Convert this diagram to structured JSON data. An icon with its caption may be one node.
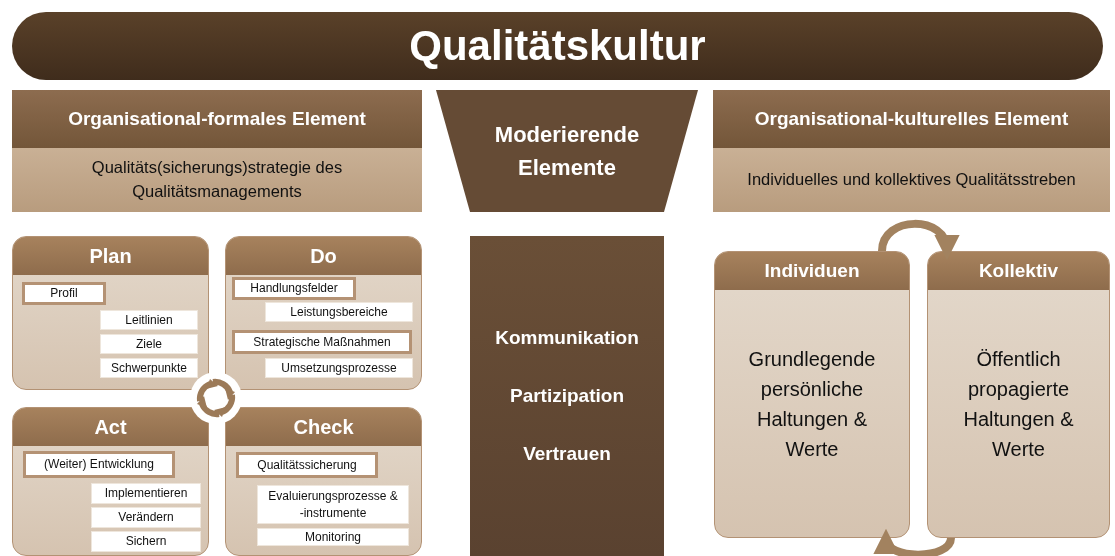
{
  "diagram": {
    "title": "Qualitätskultur",
    "nodes": [
      {
        "text": [
          "Organisational-formales Element",
          "Qualitäts(sicherungs)strategie des Qualitätsmanagements"
        ]
      },
      {
        "text": [
          "Moderierende Elemente"
        ]
      },
      {
        "text": [
          "Organisational-kulturelles Element",
          "Individuelles und kollektives Qualitätsstreben"
        ]
      },
      {
        "text": [
          "Plan"
        ]
      },
      {
        "text": [
          "Profil"
        ],
        "in": 3
      },
      {
        "text": [
          "Leitlinien"
        ],
        "in": 3
      },
      {
        "text": [
          "Ziele"
        ],
        "in": 3
      },
      {
        "text": [
          "Schwerpunkte"
        ],
        "in": 3
      },
      {
        "text": [
          "Do"
        ]
      },
      {
        "text": [
          "Handlungsfelder"
        ],
        "in": 8
      },
      {
        "text": [
          "Leistungsbereiche"
        ],
        "in": 8
      },
      {
        "text": [
          "Strategische Maßnahmen"
        ],
        "in": 8
      },
      {
        "text": [
          "Umsetzungsprozesse"
        ],
        "in": 8
      },
      {
        "text": [
          "Act"
        ]
      },
      {
        "text": [
          "(Weiter) Entwicklung"
        ],
        "in": 13
      },
      {
        "text": [
          "Implementieren"
        ],
        "in": 13
      },
      {
        "text": [
          "Verändern"
        ],
        "in": 13
      },
      {
        "text": [
          "Sichern"
        ],
        "in": 13
      },
      {
        "text": [
          "Check"
        ]
      },
      {
        "text": [
          "Qualitätssicherung"
        ],
        "in": 18
      },
      {
        "text": [
          "Evaluierungsprozesse & -instrumente"
        ],
        "in": 18
      },
      {
        "text": [
          "Monitoring"
        ],
        "in": 18
      },
      {
        "text": [
          "Kommunikation",
          "Partizipation",
          "Vertrauen"
        ]
      },
      {
        "text": [
          "Individuen",
          "Grundlegende persönliche Haltungen & Werte"
        ]
      },
      {
        "text": [
          "Kollektiv",
          "Öffentlich propagierte Haltungen & Werte"
        ]
      }
    ],
    "edges": [
      {
        "from": 23,
        "to": 24,
        "arrow": "to"
      },
      {
        "from": 24,
        "to": 23,
        "arrow": "to"
      }
    ]
  }
}
